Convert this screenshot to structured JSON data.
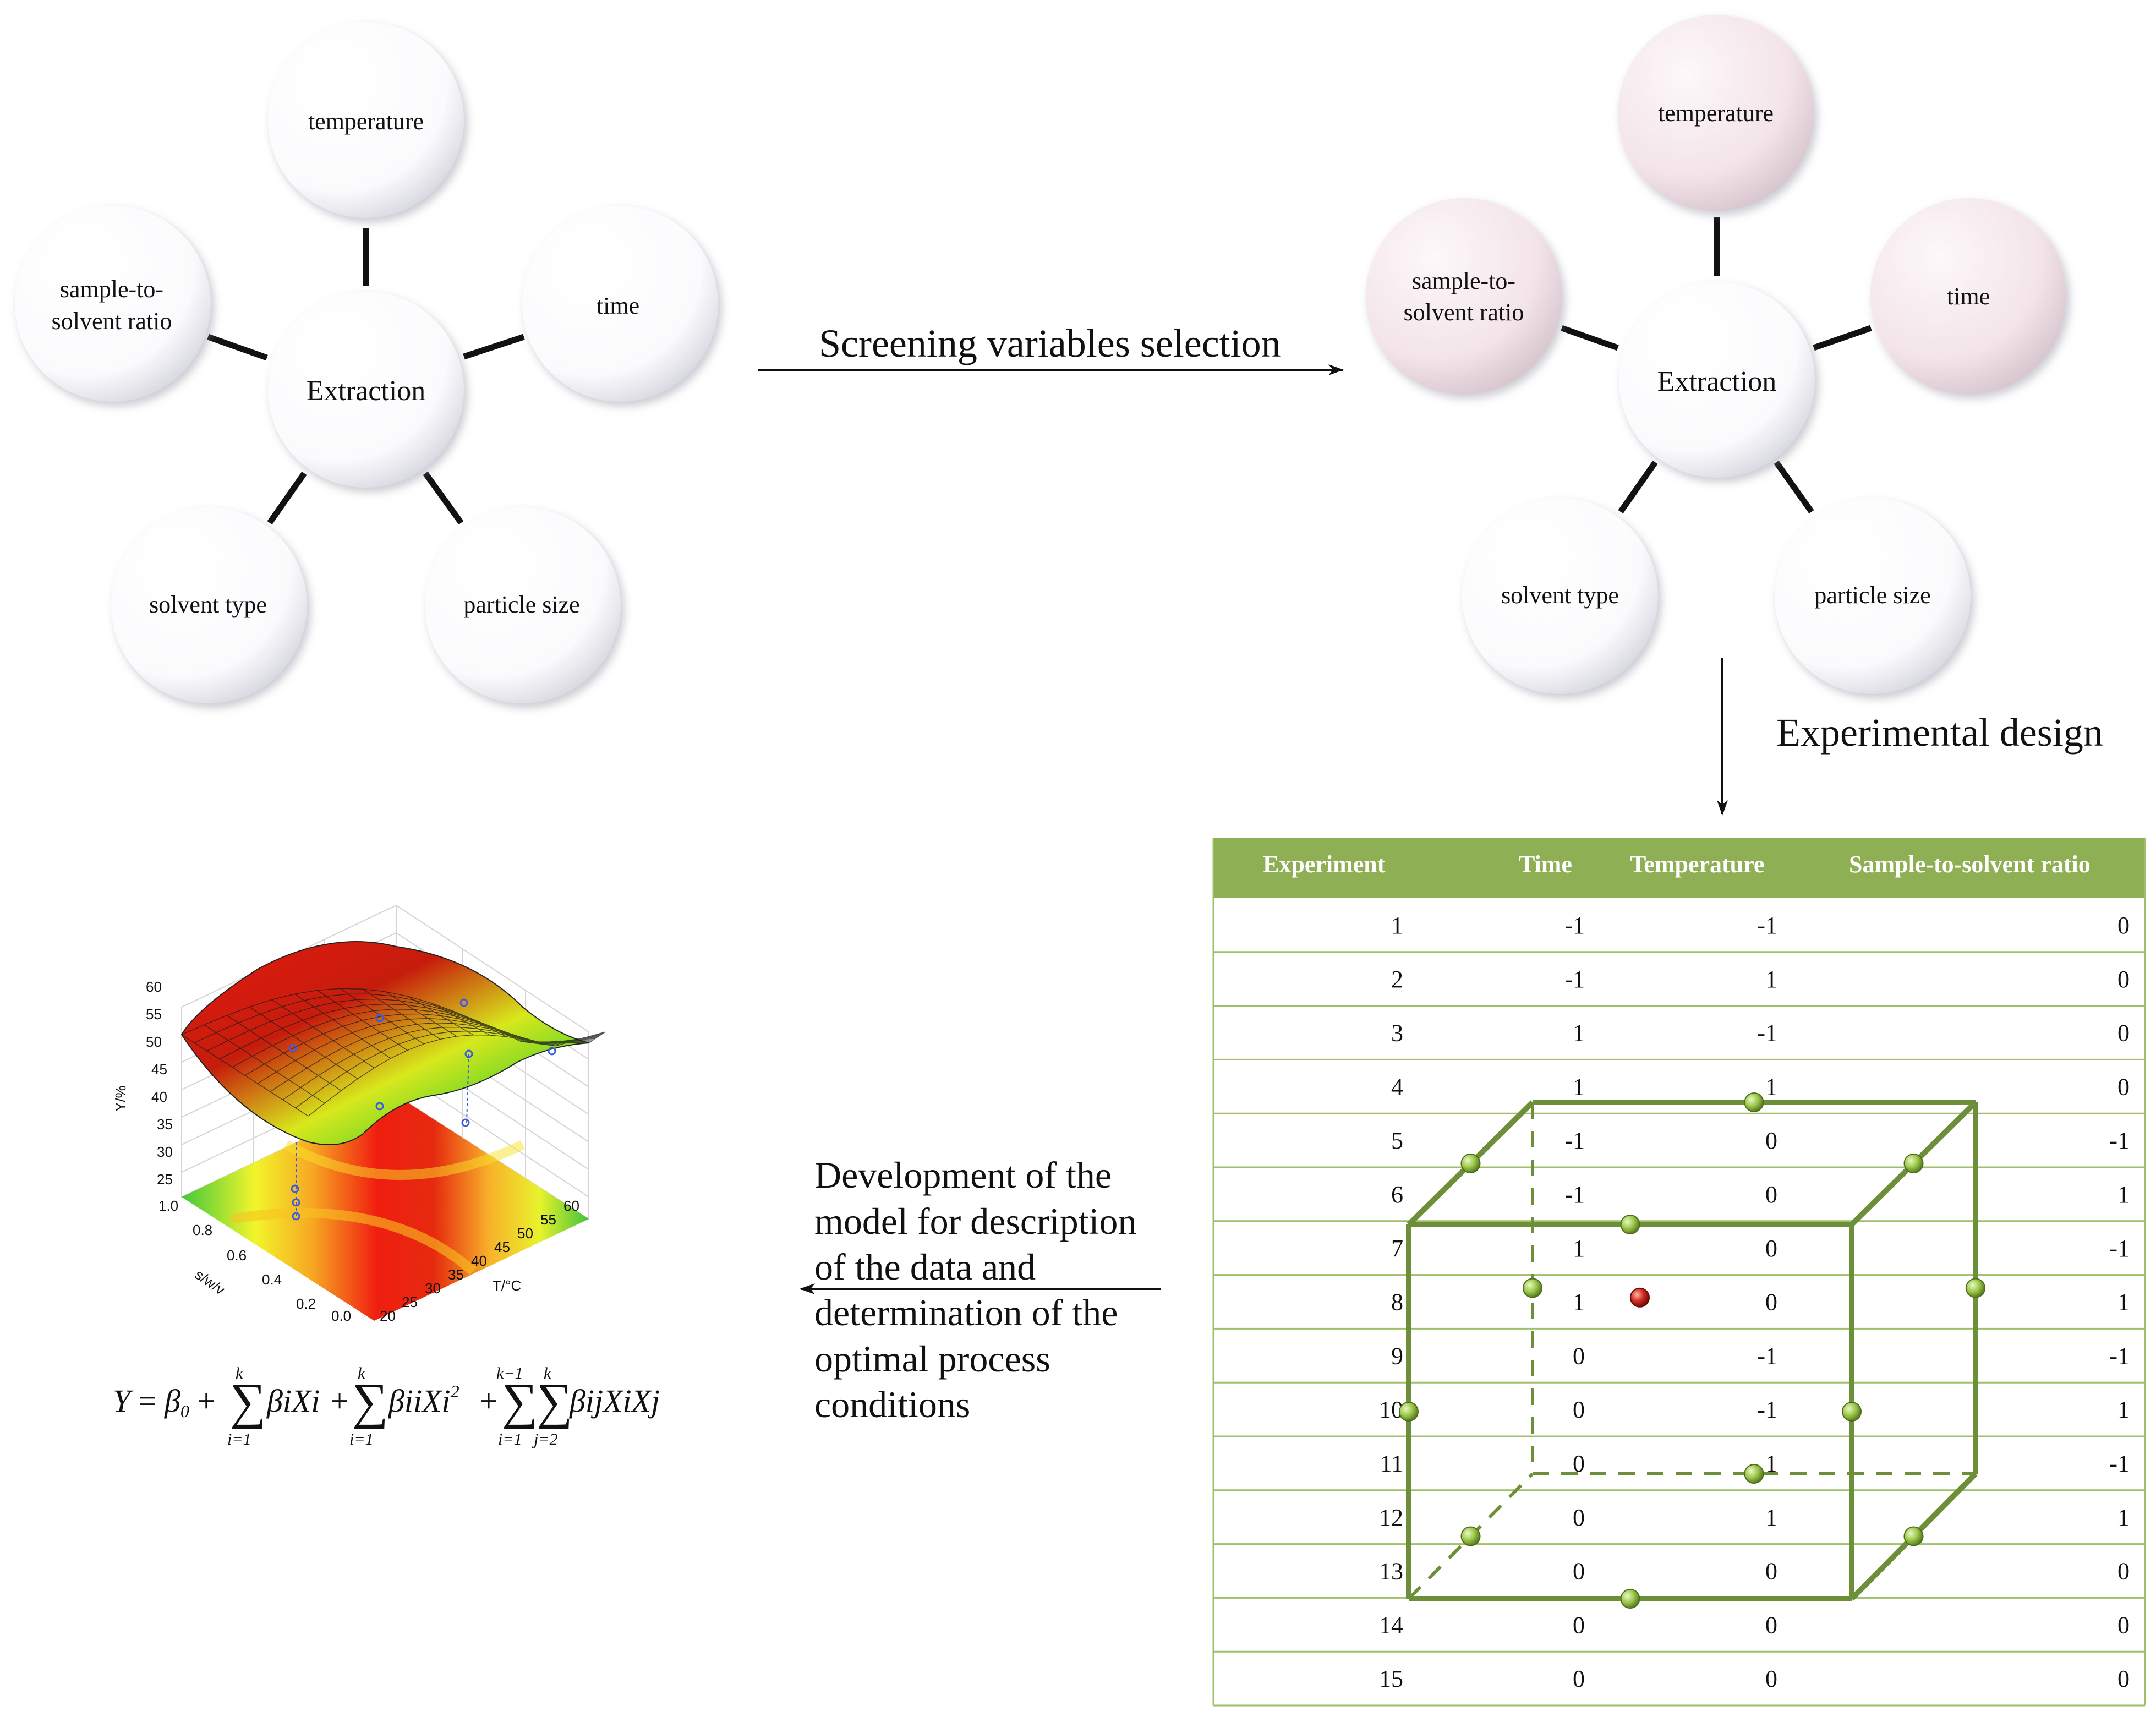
{
  "left_mindmap": {
    "center": "Extraction",
    "nodes": {
      "temperature": "temperature",
      "time": "time",
      "particle_size": "particle size",
      "solvent_type": "solvent type",
      "ratio_line1": "sample-to-",
      "ratio_line2": "solvent ratio"
    }
  },
  "right_mindmap": {
    "center": "Extraction",
    "nodes": {
      "temperature": "temperature",
      "time": "time",
      "particle_size": "particle size",
      "solvent_type": "solvent type",
      "ratio_line1": "sample-to-",
      "ratio_line2": "solvent ratio"
    },
    "selected_color": "#f3e4ea"
  },
  "arrows": {
    "screening": "Screening variables selection",
    "experimental": "Experimental design",
    "development_lines": [
      "Development of the",
      "model for description",
      "of the data and",
      "determination of the",
      "optimal process",
      "conditions"
    ]
  },
  "design_table": {
    "header_color": "#8faf55",
    "grid_color": "#9fbf6a",
    "columns": [
      "Experiment",
      "Time",
      "Temperature",
      "Sample-to-solvent ratio"
    ],
    "rows": [
      [
        "1",
        "-1",
        "-1",
        "0"
      ],
      [
        "2",
        "-1",
        "1",
        "0"
      ],
      [
        "3",
        "1",
        "-1",
        "0"
      ],
      [
        "4",
        "1",
        "1",
        "0"
      ],
      [
        "5",
        "-1",
        "0",
        "-1"
      ],
      [
        "6",
        "-1",
        "0",
        "1"
      ],
      [
        "7",
        "1",
        "0",
        "-1"
      ],
      [
        "8",
        "1",
        "0",
        "1"
      ],
      [
        "9",
        "0",
        "-1",
        "-1"
      ],
      [
        "10",
        "0",
        "-1",
        "1"
      ],
      [
        "11",
        "0",
        "1",
        "-1"
      ],
      [
        "12",
        "0",
        "1",
        "1"
      ],
      [
        "13",
        "0",
        "0",
        "0"
      ],
      [
        "14",
        "0",
        "0",
        "0"
      ],
      [
        "15",
        "0",
        "0",
        "0"
      ]
    ]
  },
  "cube": {
    "edge_color": "#6e8f3a",
    "point_color": "#8bbf3a",
    "center_color": "#c0201c"
  },
  "surface_plot": {
    "z_ticks": [
      "60",
      "55",
      "50",
      "45",
      "40",
      "35",
      "30",
      "25"
    ],
    "z_label": "Y/%",
    "x_ticks": [
      "1.0",
      "0.8",
      "0.6",
      "0.4",
      "0.2",
      "0.0"
    ],
    "x_label": "s/w/v",
    "y_ticks": [
      "20",
      "25",
      "30",
      "35",
      "40",
      "45",
      "50",
      "55",
      "60"
    ],
    "y_label": "T/°C"
  },
  "equation": {
    "lhs": "Y",
    "beta0": "β",
    "sub0": "0",
    "sum_top": [
      "k",
      "k",
      "k−1",
      "k"
    ],
    "sum_bottom": [
      "i=1",
      "i=1",
      "i=1",
      "j=2"
    ],
    "term1": "βiXi",
    "term2": "βiiXi",
    "sq": "2",
    "term3": "βijXiXj"
  }
}
